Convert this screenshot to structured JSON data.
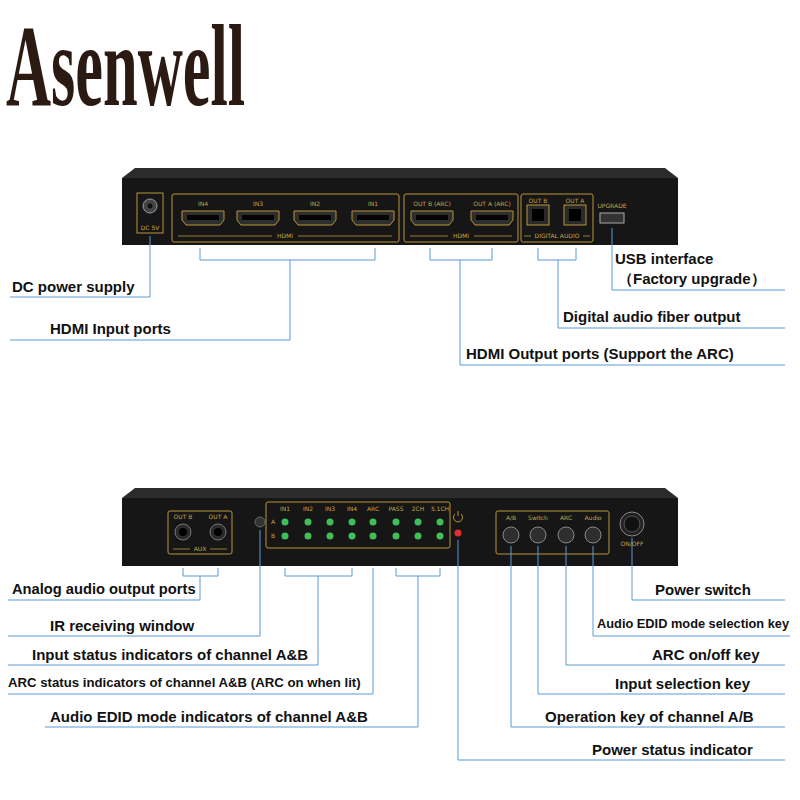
{
  "diagram": {
    "title": "Asenwell",
    "labels": [
      "IN4",
      "IN3",
      "IN2",
      "IN1",
      "OUT B (ARC)",
      "OUT A (ARC)",
      "OUT B",
      "OUT A",
      "UPGRADE",
      "DC 5V",
      "HDMI",
      "HDMI",
      "DIGITAL AUDIO",
      "USB interface",
      "（Factory upgrade）",
      "DC power supply",
      "Digital audio fiber output",
      "HDMI Input ports",
      "HDMI Output ports (Support the ARC)",
      "OUT B",
      "OUT A",
      "AUX",
      "IN1",
      "IN2",
      "IN3",
      "IN4",
      "ARC",
      "PASS",
      "2CH",
      "5.1CH",
      "A",
      "B",
      "A/B",
      "Switch",
      "ARC",
      "Audio",
      "ON/OFF",
      "Analog audio output ports",
      "Power switch",
      "IR receiving window",
      "Audio EDID mode selection key",
      "Input status indicators of channel A&B",
      "ARC on/off key",
      "ARC status indicators of channel A&B (ARC on when lit)",
      "Input selection key",
      "Audio EDID mode indicators of channel A&B",
      "Operation key of channel A/B",
      "Power status indicator"
    ]
  }
}
